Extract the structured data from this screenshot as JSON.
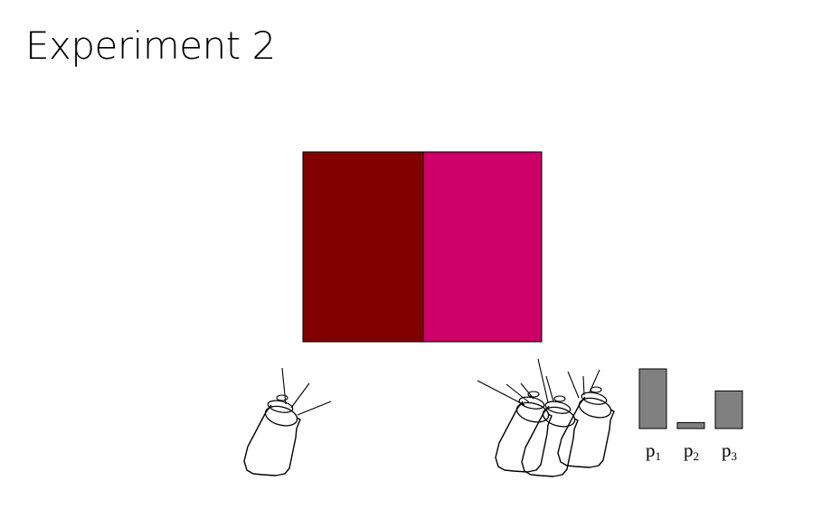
{
  "slide": {
    "title": "Experiment 2"
  },
  "stimulus": {
    "left_color": "#800000",
    "right_color": "#cc0066",
    "border_color": "#000000"
  },
  "projector_icon": "projector-icon",
  "bars": {
    "color": "#808080",
    "items": [
      {
        "base": "p",
        "sub": "1",
        "value": 1.0
      },
      {
        "base": "p",
        "sub": "2",
        "value": 0.1
      },
      {
        "base": "p",
        "sub": "3",
        "value": 0.63
      }
    ]
  }
}
